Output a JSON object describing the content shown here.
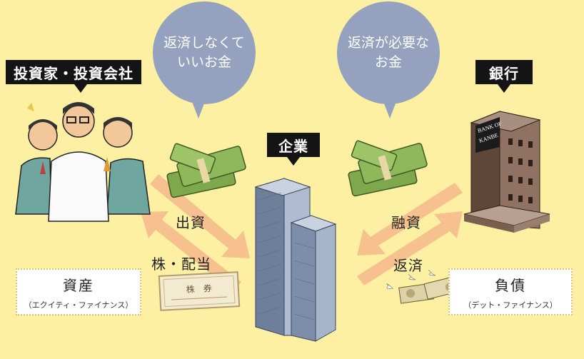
{
  "labels": {
    "investors": "投資家・投資会社",
    "company": "企業",
    "bank": "銀行"
  },
  "bubbles": {
    "left": [
      "返済しなくて",
      "いいお金"
    ],
    "right": [
      "返済が必要な",
      "お金"
    ]
  },
  "flows": {
    "investment": "出資",
    "stock_dividend": "株・配当",
    "loan": "融資",
    "repayment": "返済"
  },
  "notes": {
    "equity": {
      "title": "資産",
      "sub": "（エクイティ・ファイナンス）"
    },
    "debt": {
      "title": "負債",
      "sub": "（デット・ファイナンス）"
    }
  },
  "certificate": {
    "title": "株　券"
  },
  "bank_sign": [
    "BANK OF",
    "KANBE"
  ],
  "colors": {
    "background": "#fdf0a3",
    "bubble": "#94a1bf",
    "arrow": "#f6c08f",
    "label_box": "#141414",
    "money": "#8fb85a",
    "building": "#8f9fb8",
    "bank_building": "#7a5e4f"
  }
}
